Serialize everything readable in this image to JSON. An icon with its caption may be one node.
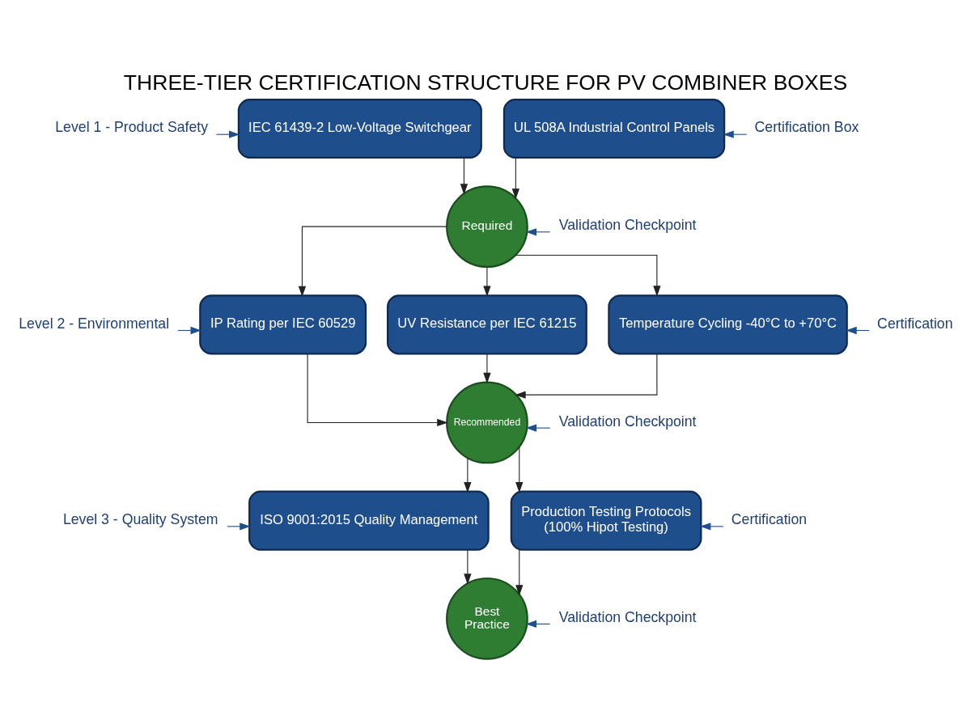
{
  "diagram": {
    "title": "THREE-TIER CERTIFICATION STRUCTURE FOR PV COMBINER BOXES",
    "nodes": [
      {
        "text": [
          "Level 1 - Product Safety"
        ]
      },
      {
        "text": [
          "IEC 61439-2 Low-Voltage Switchgear"
        ]
      },
      {
        "text": [
          "UL 508A Industrial Control Panels"
        ]
      },
      {
        "text": [
          "Certification Box"
        ]
      },
      {
        "text": [
          "Required"
        ]
      },
      {
        "text": [
          "Validation Checkpoint"
        ]
      },
      {
        "text": [
          "Level 2 - Environmental"
        ]
      },
      {
        "text": [
          "IP Rating per IEC 60529"
        ]
      },
      {
        "text": [
          "UV Resistance per IEC 61215"
        ]
      },
      {
        "text": [
          "Temperature Cycling -40°C to +70°C"
        ]
      },
      {
        "text": [
          "Certification"
        ]
      },
      {
        "text": [
          "Recommended"
        ]
      },
      {
        "text": [
          "Validation Checkpoint"
        ]
      },
      {
        "text": [
          "Level 3 - Quality System"
        ]
      },
      {
        "text": [
          "ISO 9001:2015 Quality Management"
        ]
      },
      {
        "text": [
          "Production Testing Protocols (100% Hipot Testing)"
        ]
      },
      {
        "text": [
          "Certification"
        ]
      },
      {
        "text": [
          "Best Practice"
        ]
      },
      {
        "text": [
          "Validation Checkpoint"
        ]
      }
    ],
    "edges": [
      {
        "from": 0,
        "to": 1,
        "arrow": "to",
        "color": "#1f4e8c"
      },
      {
        "from": 3,
        "to": 2,
        "arrow": "to",
        "color": "#1f4e8c"
      },
      {
        "from": 1,
        "to": 4,
        "arrow": "to"
      },
      {
        "from": 2,
        "to": 4,
        "arrow": "to"
      },
      {
        "from": 5,
        "to": 4,
        "arrow": "to",
        "color": "#1f4e8c"
      },
      {
        "from": 4,
        "to": 7,
        "arrow": "to"
      },
      {
        "from": 4,
        "to": 8,
        "arrow": "to"
      },
      {
        "from": 4,
        "to": 9,
        "arrow": "to"
      },
      {
        "from": 6,
        "to": 7,
        "arrow": "to",
        "color": "#1f4e8c"
      },
      {
        "from": 10,
        "to": 9,
        "arrow": "to",
        "color": "#1f4e8c"
      },
      {
        "from": 7,
        "to": 11,
        "arrow": "to"
      },
      {
        "from": 8,
        "to": 11,
        "arrow": "to"
      },
      {
        "from": 9,
        "to": 11,
        "arrow": "to"
      },
      {
        "from": 12,
        "to": 11,
        "arrow": "to",
        "color": "#1f4e8c"
      },
      {
        "from": 11,
        "to": 14,
        "arrow": "to"
      },
      {
        "from": 11,
        "to": 15,
        "arrow": "to"
      },
      {
        "from": 13,
        "to": 14,
        "arrow": "to",
        "color": "#1f4e8c"
      },
      {
        "from": 16,
        "to": 15,
        "arrow": "to",
        "color": "#1f4e8c"
      },
      {
        "from": 14,
        "to": 17,
        "arrow": "to"
      },
      {
        "from": 15,
        "to": 17,
        "arrow": "to"
      },
      {
        "from": 18,
        "to": 17,
        "arrow": "to",
        "color": "#1f4e8c"
      }
    ]
  }
}
